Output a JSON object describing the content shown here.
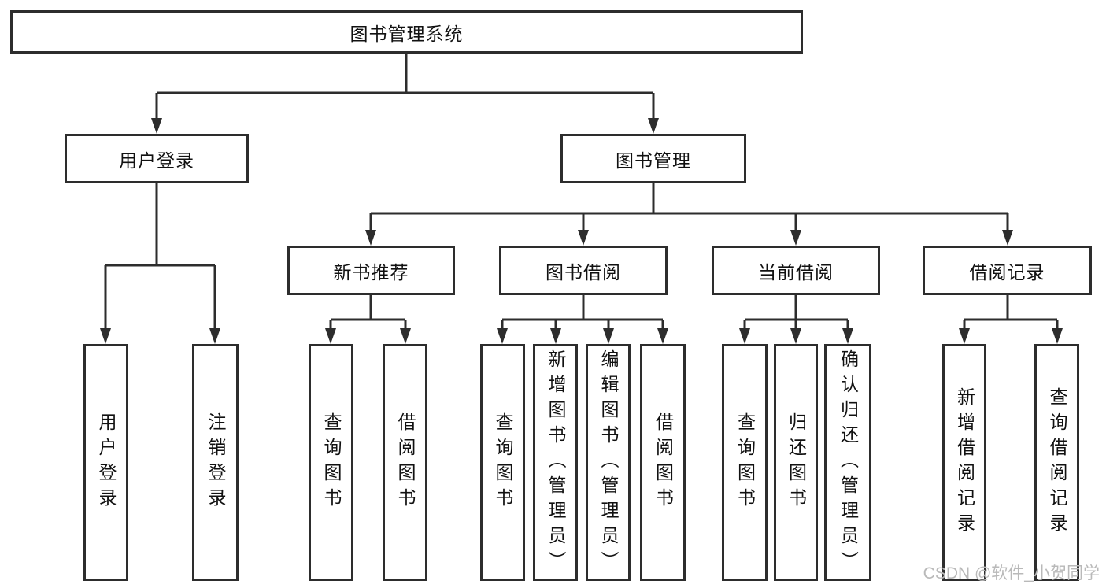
{
  "nodes": {
    "root": {
      "label": "图书管理系统"
    },
    "level2": [
      {
        "label": "用户登录"
      },
      {
        "label": "图书管理"
      }
    ],
    "level3": [
      {
        "label": "新书推荐"
      },
      {
        "label": "图书借阅"
      },
      {
        "label": "当前借阅"
      },
      {
        "label": "借阅记录"
      }
    ],
    "leaves": {
      "user_login": [
        "用户登录",
        "注销登录"
      ],
      "new_book": [
        "查询图书",
        "借阅图书"
      ],
      "book_borrow": [
        "查询图书",
        "新增图书（管理员）",
        "编辑图书（管理员）",
        "借阅图书"
      ],
      "current_borrow": [
        "查询图书",
        "归还图书",
        "确认归还（管理员）"
      ],
      "borrow_records": [
        "新增借阅记录",
        "查询借阅记录"
      ]
    }
  },
  "watermark": "CSDN @软件_小贺同学",
  "colors": {
    "line": "#2d2d2d",
    "text": "#111111",
    "watermark": "#b9b9b9",
    "background": "#ffffff"
  }
}
